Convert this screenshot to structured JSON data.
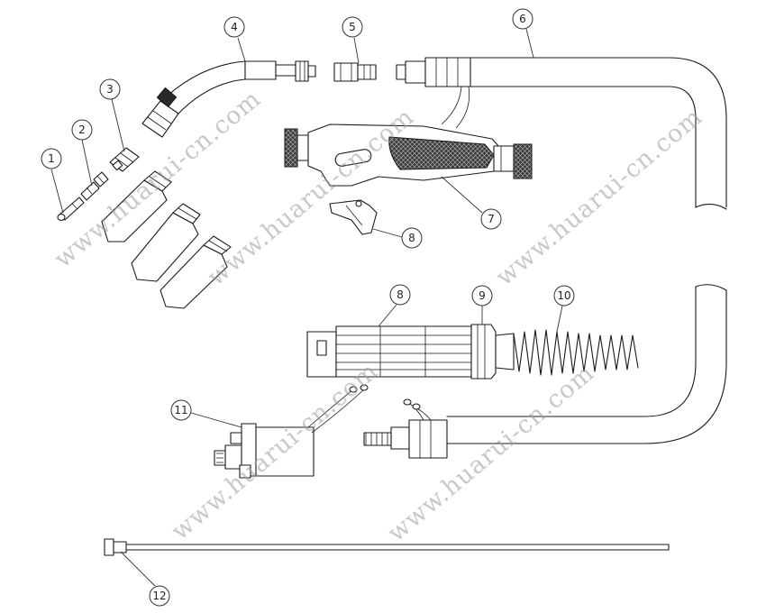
{
  "callouts": [
    "1",
    "2",
    "3",
    "4",
    "5",
    "6",
    "7",
    "8",
    "8",
    "9",
    "10",
    "11",
    "12"
  ],
  "watermark": "www.huarui-cn.com",
  "colors": {
    "line": "#1a1a1a",
    "watermark": "#9a9a9a",
    "background": "#ffffff"
  }
}
